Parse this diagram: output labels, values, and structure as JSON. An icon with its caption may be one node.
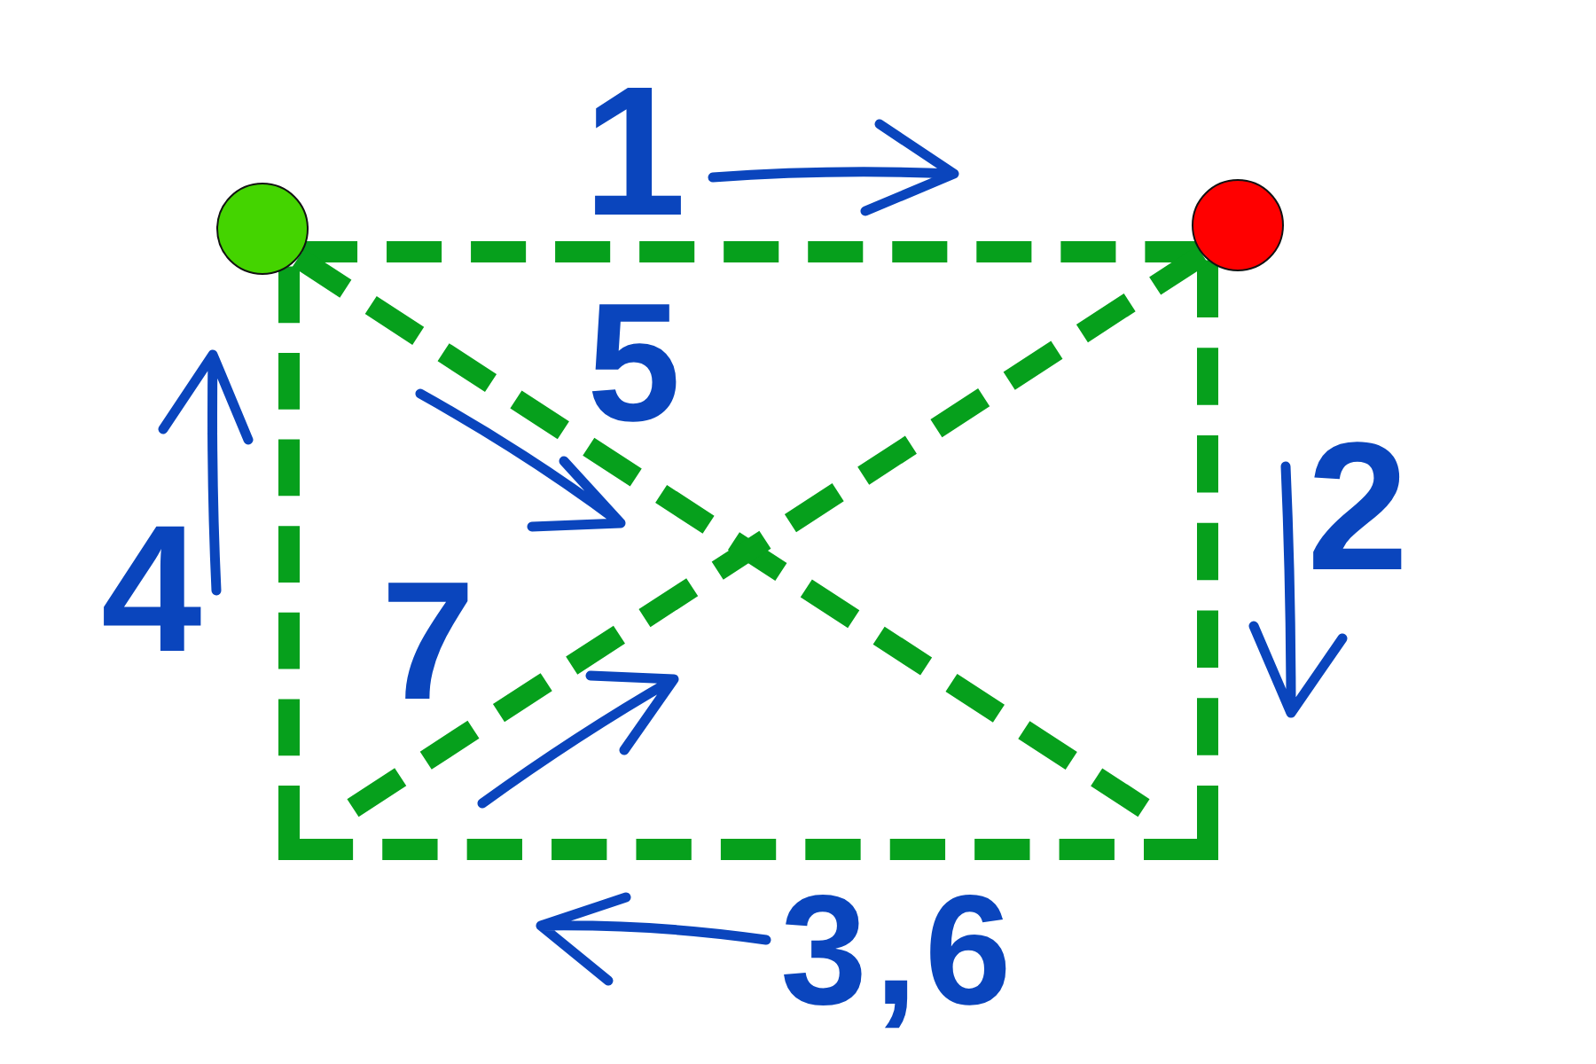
{
  "diagram": {
    "nodes": [
      {
        "text": [],
        "shape": "circle"
      },
      {
        "text": [],
        "shape": "circle"
      },
      {
        "text": [],
        "shape": "corner"
      },
      {
        "text": [],
        "shape": "corner"
      }
    ],
    "edges": [
      {
        "from": 0,
        "to": 1,
        "arrow": "none",
        "style": "dashed"
      },
      {
        "from": 1,
        "to": 3,
        "arrow": "none",
        "style": "dashed"
      },
      {
        "from": 3,
        "to": 2,
        "arrow": "none",
        "style": "dashed"
      },
      {
        "from": 2,
        "to": 0,
        "arrow": "none",
        "style": "dashed"
      },
      {
        "from": 0,
        "to": 3,
        "arrow": "none",
        "style": "dashed"
      },
      {
        "from": 2,
        "to": 1,
        "arrow": "none",
        "style": "dashed"
      }
    ],
    "labels": [
      "1",
      "5",
      "2",
      "4",
      "7",
      "3,6"
    ]
  }
}
